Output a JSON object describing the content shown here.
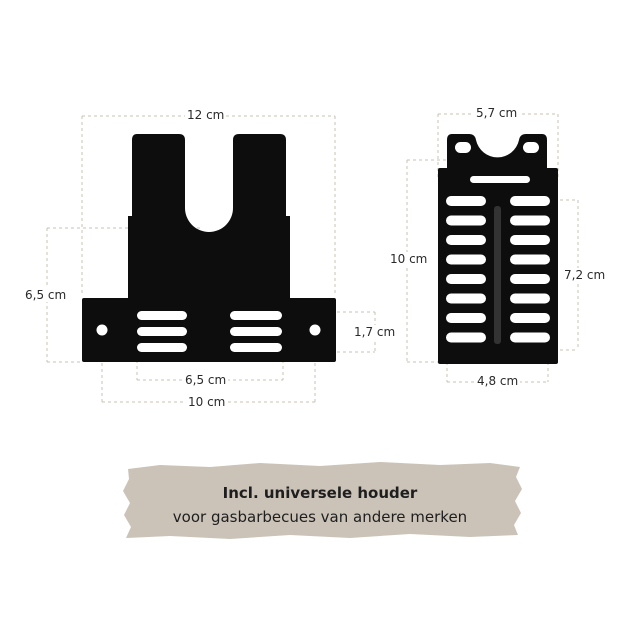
{
  "colors": {
    "bracket": "#0d0d0d",
    "dimension_line": "#c9c0b4",
    "banner": "#cbc3b8",
    "text": "#1e1e1e"
  },
  "left_bracket": {
    "width_top": "12 cm",
    "height_left": "6,5 cm",
    "slot_height": "1,7 cm",
    "slot_width": "6,5 cm",
    "plate_width": "10 cm"
  },
  "right_bracket": {
    "width_top": "5,7 cm",
    "height_left": "10 cm",
    "height_right": "7,2 cm",
    "width_bottom": "4,8 cm"
  },
  "banner": {
    "title": "Incl. universele houder",
    "subtitle": "voor gasbarbecues van andere merken"
  }
}
